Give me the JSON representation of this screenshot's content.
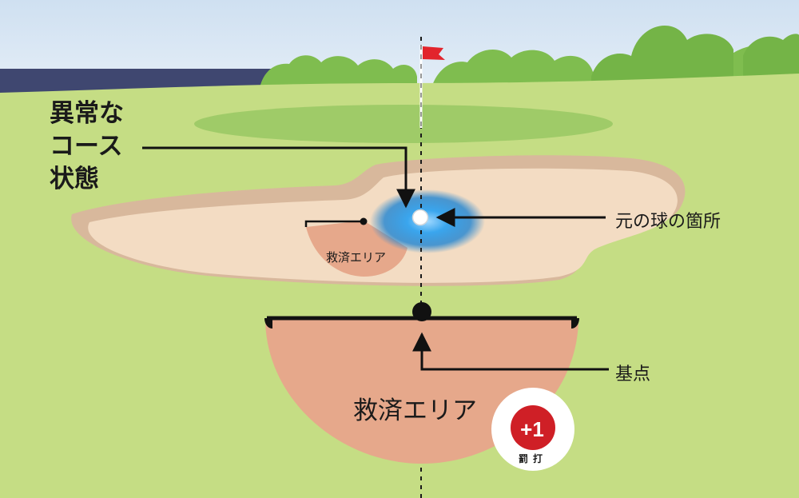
{
  "labels": {
    "abnormal_course_condition": [
      "異常な",
      "コース",
      "状態"
    ],
    "original_ball_position": "元の球の箇所",
    "reference_point": "基点",
    "relief_area_small": "救済エリア",
    "relief_area_large": "救済エリア"
  },
  "penalty_badge": {
    "value": "+1",
    "caption": "罰打"
  },
  "colors": {
    "sky": "#dbe8f5",
    "water": "#3f4770",
    "trees": "#7fbd4f",
    "fairway": "#c5dd84",
    "green": "#9fcb68",
    "bunker_sand": "#f3dcc3",
    "bunker_lip": "#d8b89c",
    "relief_area": "#e6a88b",
    "flag": "#e2242c",
    "abnormal_glow": "#2b9be0",
    "badge_red": "#cf1f26"
  }
}
